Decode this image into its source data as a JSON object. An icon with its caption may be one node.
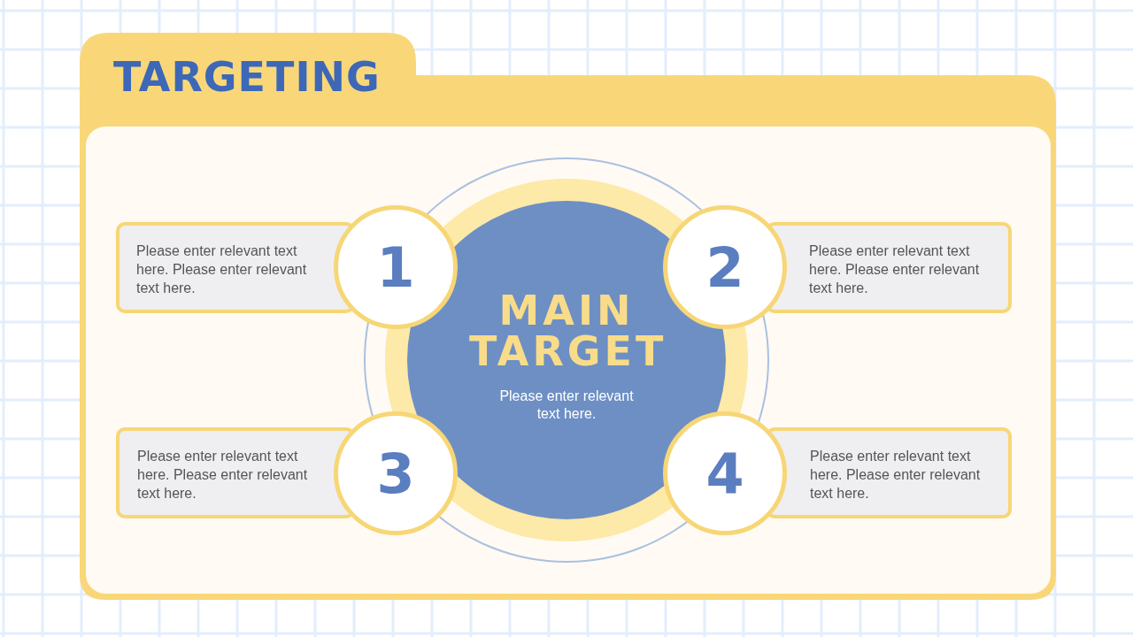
{
  "diagram": {
    "title": "TARGETING",
    "nodes": [
      {
        "text": [
          "Please enter relevant text here. Please enter relevant text here."
        ]
      },
      {
        "text": [
          "1"
        ]
      },
      {
        "text": [
          "2"
        ]
      },
      {
        "text": [
          "Please enter relevant text here. Please enter relevant text here."
        ]
      },
      {
        "text": [
          "MAIN TARGET",
          "Please enter relevant text here."
        ]
      },
      {
        "text": [
          "Please enter relevant text here. Please enter relevant text here."
        ]
      },
      {
        "text": [
          "3"
        ]
      },
      {
        "text": [
          "4"
        ]
      },
      {
        "text": [
          "Please enter relevant text here. Please enter relevant text here."
        ]
      }
    ]
  }
}
